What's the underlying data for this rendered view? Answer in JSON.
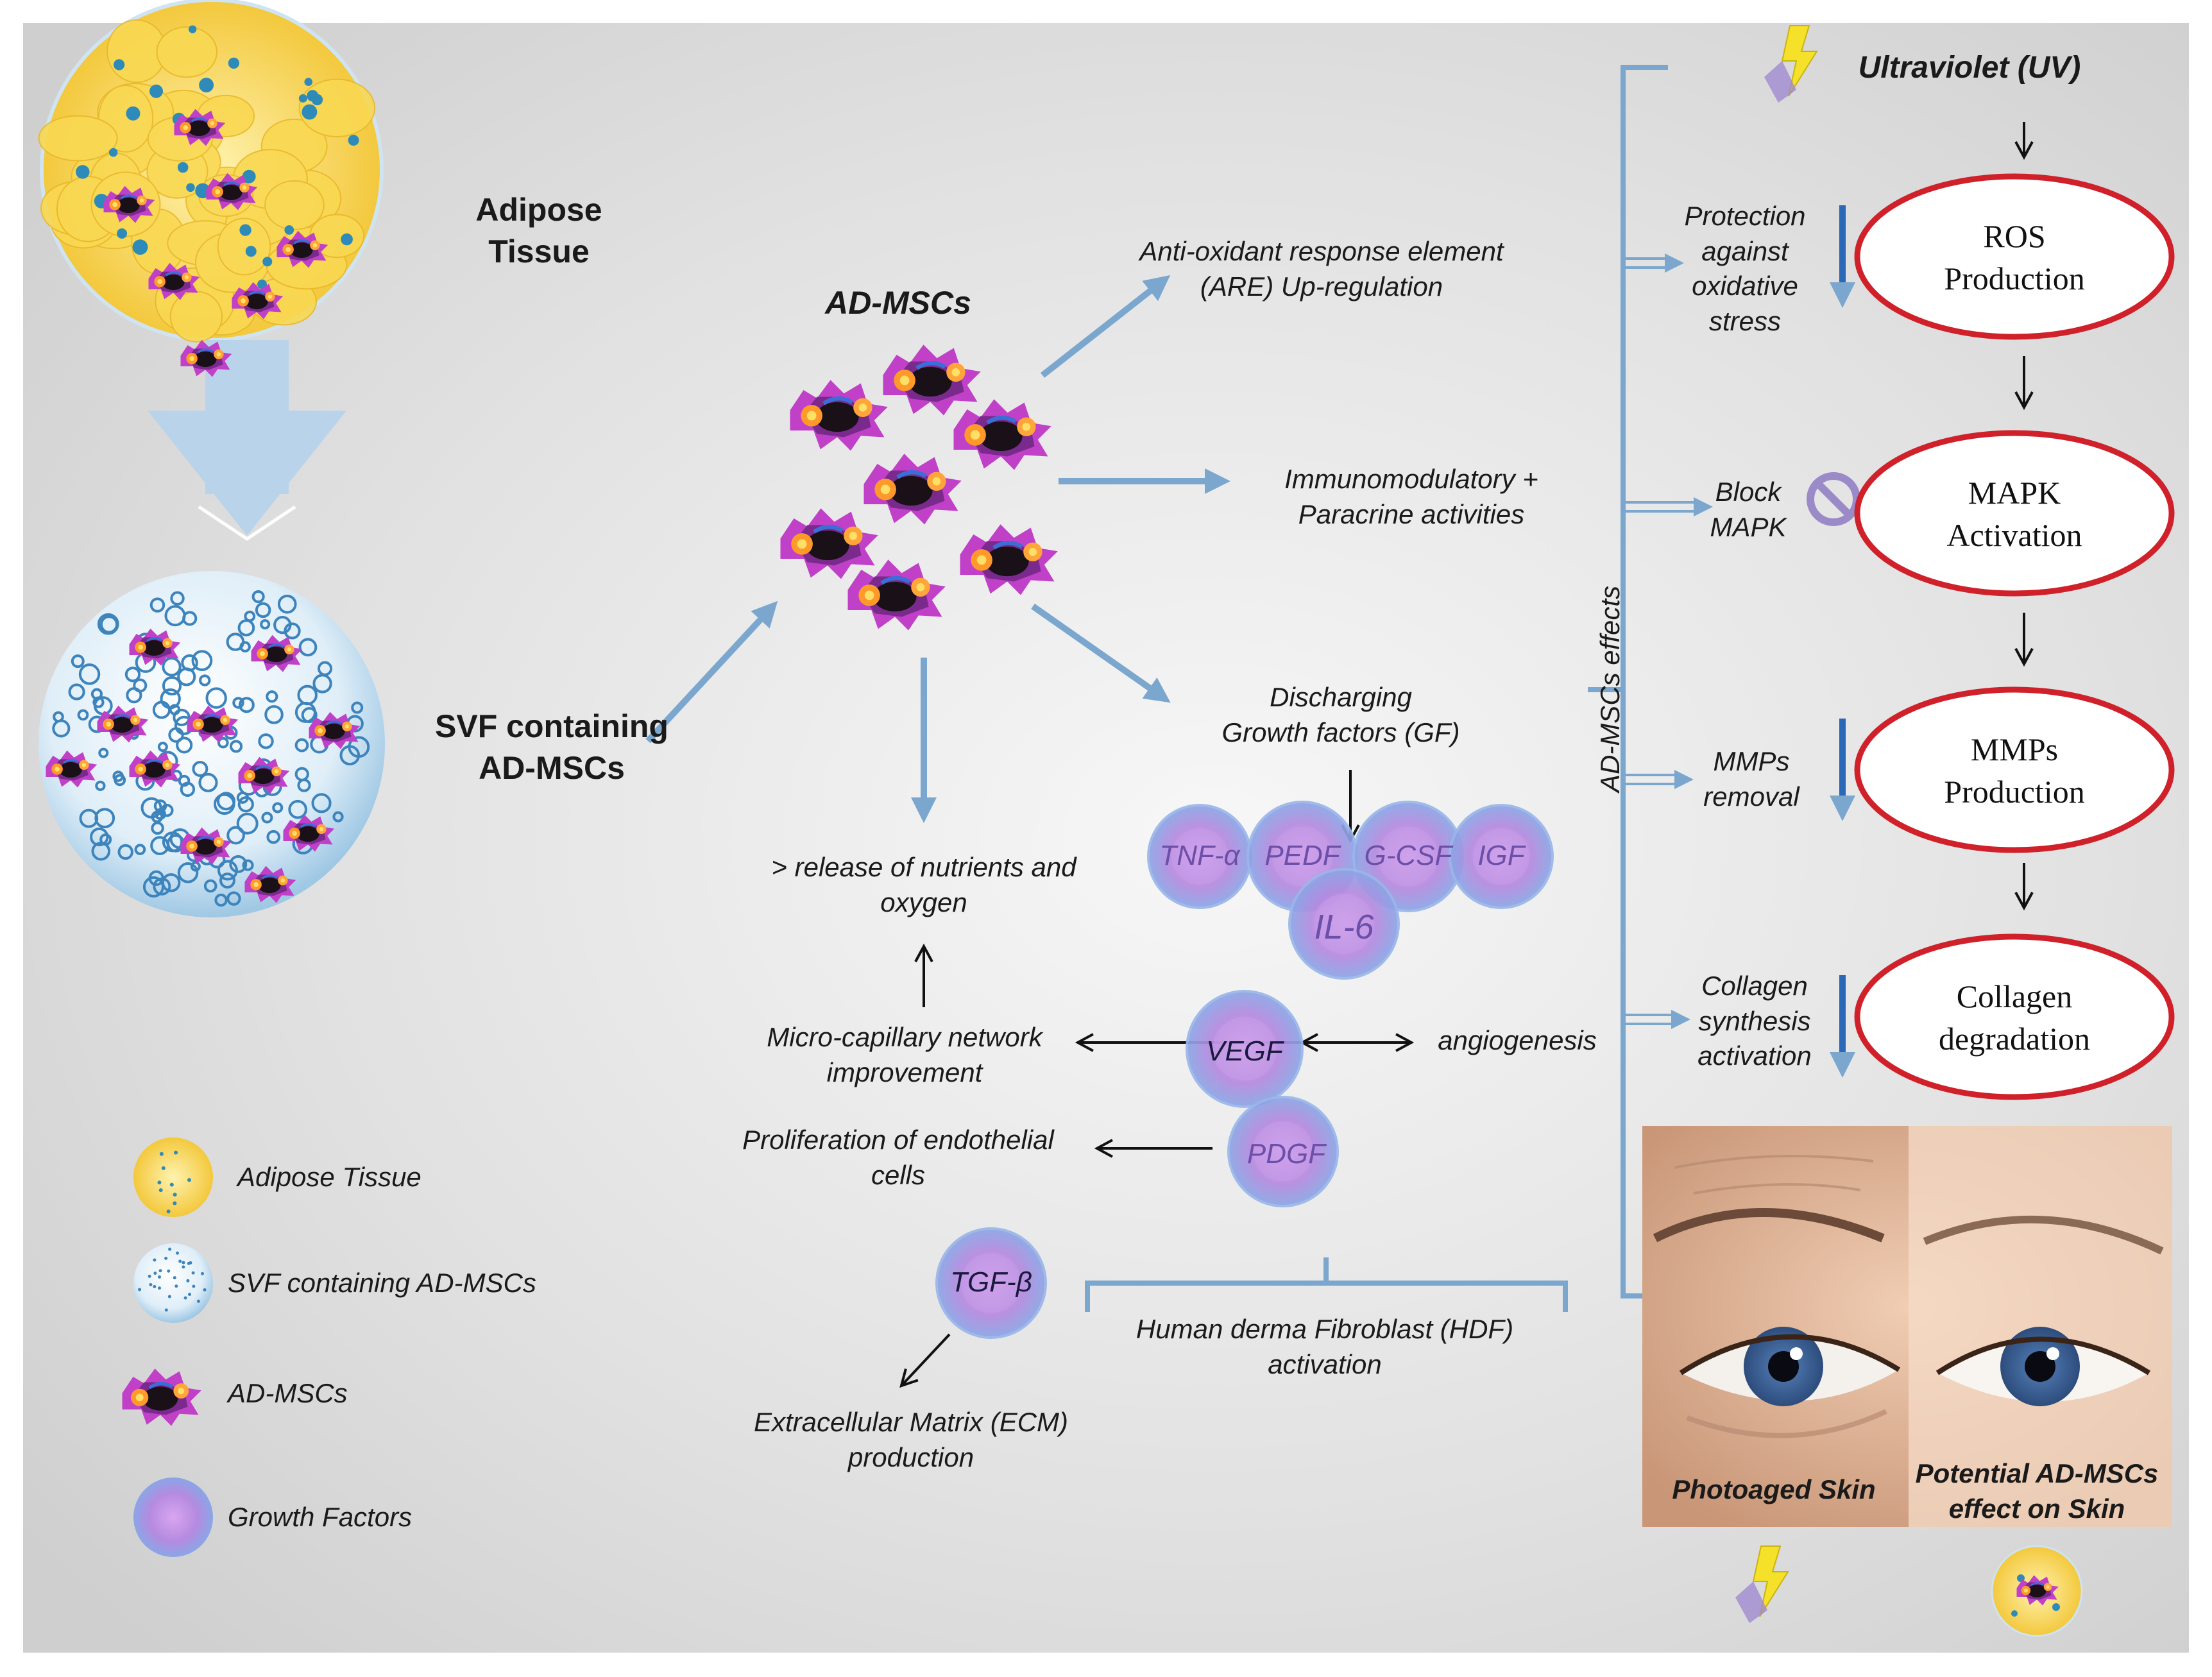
{
  "title": "",
  "left": {
    "adipose_title_l1": "Adipose",
    "adipose_title_l2": "Tissue",
    "svf_title_l1": "SVF containing",
    "svf_title_l2": "AD-MSCs"
  },
  "center": {
    "admscs_title": "AD-MSCs",
    "are_l1": "Anti-oxidant response element",
    "are_l2": "(ARE) Up-regulation",
    "immuno_l1": "Immunomodulatory +",
    "immuno_l2": "Paracrine activities",
    "gf_l1": "Discharging",
    "gf_l2": "Growth factors (GF)",
    "nutrients_l1": "> release of nutrients and",
    "nutrients_l2": "oxygen",
    "capillary_l1": "Micro-capillary network",
    "capillary_l2": "improvement",
    "angiogenesis": "angiogenesis",
    "prolif_l1": "Proliferation of endothelial",
    "prolif_l2": "cells",
    "hdf_l1": "Human derma Fibroblast (HDF)",
    "hdf_l2": "activation",
    "ecm_l1": "Extracellular Matrix (ECM)",
    "ecm_l2": "production"
  },
  "growth_factors": {
    "tnf": "TNF-α",
    "pedf": "PEDF",
    "gcsf": "G-CSF",
    "igf": "IGF",
    "il6": "IL-6",
    "vegf": "VEGF",
    "pdgf": "PDGF",
    "tgf": "TGF-β"
  },
  "right": {
    "uv": "Ultraviolet (UV)",
    "effects_label": "AD-MSCs  effects",
    "protection_l1": "Protection",
    "protection_l2": "against",
    "protection_l3": "oxidative",
    "protection_l4": "stress",
    "block_l1": "Block",
    "block_l2": "MAPK",
    "mmps_removal_l1": "MMPs",
    "mmps_removal_l2": "removal",
    "collagen_syn_l1": "Collagen",
    "collagen_syn_l2": "synthesis",
    "collagen_syn_l3": "activation",
    "ros_l1": "ROS",
    "ros_l2": "Production",
    "mapk_l1": "MAPK",
    "mapk_l2": "Activation",
    "mmps_l1": "MMPs",
    "mmps_l2": "Production",
    "coll_l1": "Collagen",
    "coll_l2": "degradation",
    "photoaged": "Photoaged Skin",
    "potential_l1": "Potential AD-MSCs",
    "potential_l2": "effect on Skin"
  },
  "legend": {
    "adipose": "Adipose Tissue",
    "svf": "SVF containing AD-MSCs",
    "admscs": "AD-MSCs",
    "gf": "Growth Factors"
  },
  "colors": {
    "arrow_blue": "#7ba7cf",
    "oval_red": "#d0212a",
    "adipose_yellow": "#f7d34a",
    "svf_blue": "#4a8fc2",
    "cell_purple": "#7a2a8c",
    "gf_purple": "#b48be0"
  }
}
